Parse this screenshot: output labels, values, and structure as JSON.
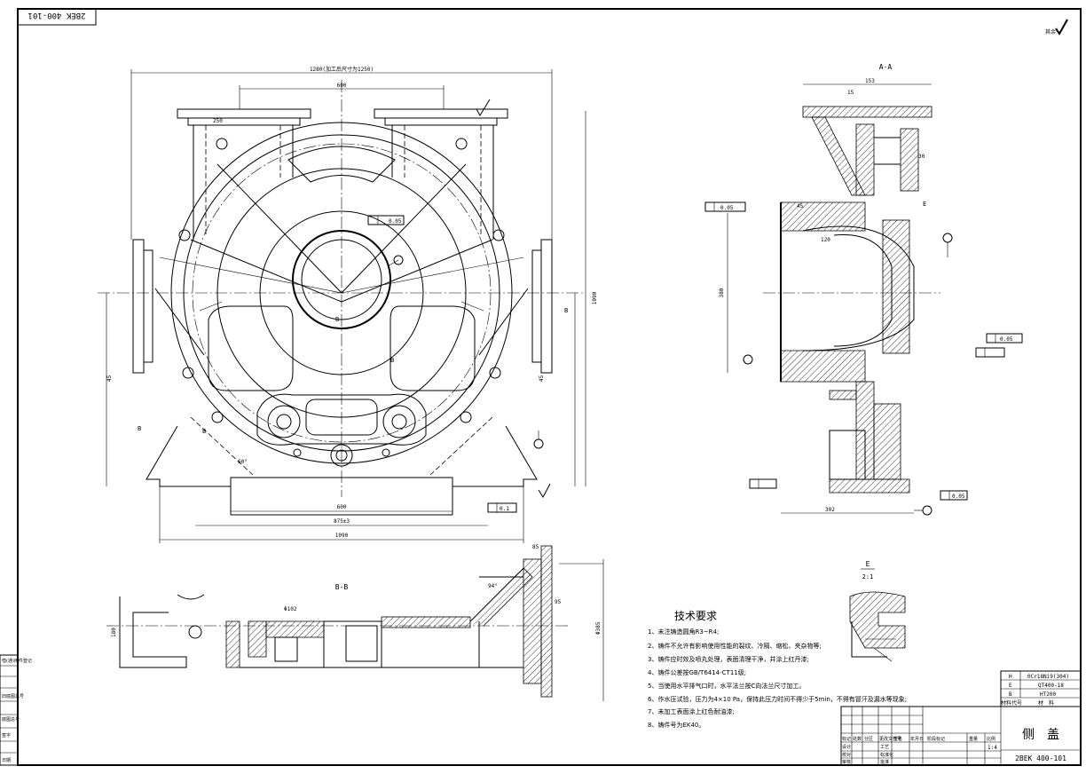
{
  "drawing_number_corner": "2BEK 400-101",
  "roughness_mark": "其余",
  "views": {
    "section_aa": "A-A",
    "section_bb": "B-B",
    "detail_e": "E",
    "detail_e_scale": "2:1"
  },
  "dims": {
    "overall_width": "1280(加工后尺寸为1250)",
    "flange_span": "600",
    "base_width": "1090",
    "base_inner": "600",
    "base_holes": "875±3",
    "height": "1090",
    "d250": "250",
    "d95": "95",
    "d153": "153",
    "d302": "302",
    "d380": "380",
    "d15": "15",
    "d45": "45",
    "d30": "30",
    "d60deg": "60°",
    "d94deg": "94°",
    "d85": "85",
    "d180": "180",
    "d120": "120",
    "d102": "Φ102",
    "d385": "Φ385"
  },
  "tolerances": {
    "t1": "0.05",
    "t2": "0.1",
    "t3": "0.05",
    "t4": "0.05",
    "t5": "0.05"
  },
  "tech_requirements": {
    "title": "技术要求",
    "items": [
      "1、未注铸造圆角R3~R4;",
      "2、铸件不允许有影响使用性能的裂纹、冷隔、缩松、夹杂物等;",
      "3、铸件应时效及喷丸处理，表面清理干净，并涂上红丹漆;",
      "4、铸件公差按GB/T6414-CT11级;",
      "5、当使用水平排气口时，水平法兰按C向法兰尺寸加工。",
      "6、作水压试验，压力为4×10 Pa，保持此压力时间不得少于5min，不得有冒汗及漏水等现象;",
      "7、未加工表面涂上红色耐油漆;",
      "8、铸件号为EK40。"
    ]
  },
  "title_block": {
    "materials": [
      "0Cr18Ni9(304)",
      "QT400-18",
      "HT200"
    ],
    "material_codes": [
      "H",
      "E",
      "B"
    ],
    "material_header": "材料代号",
    "material_label": "材　料",
    "part_name": "侧　盖",
    "drawing_number": "2BEK 400-101",
    "scale": "1:4",
    "rows": [
      "标记",
      "处数",
      "分区",
      "更改文件号",
      "签名",
      "年月日"
    ],
    "roles": [
      "设计",
      "校对",
      "审核",
      "工艺",
      "标准化",
      "批准"
    ],
    "stage_labels": [
      "阶段标记",
      "重量",
      "比例"
    ]
  },
  "left_strip": [
    "借(通)用件登记",
    "旧底图总号",
    "底图总号",
    "签字",
    "日期"
  ]
}
